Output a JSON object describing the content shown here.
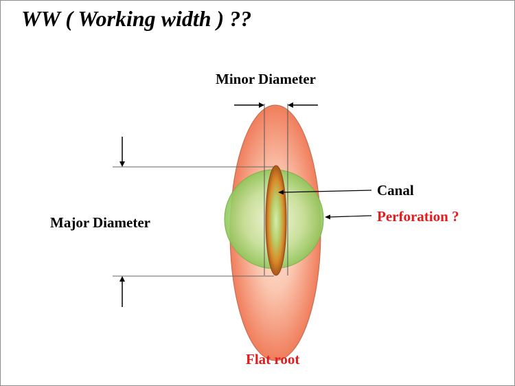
{
  "title": "WW ( Working width )  ??",
  "labels": {
    "minor_diameter": "Minor Diameter",
    "major_diameter": "Major Diameter",
    "canal": "Canal",
    "perforation": "Perforation ?",
    "flat_root": "Flat root"
  },
  "colors": {
    "text": "#000000",
    "highlight": "#e31b1b",
    "root": "#f28a6a",
    "root_inner": "#fde7dd",
    "file_circle": "#9ccf6a",
    "canal": "#c36a1e"
  }
}
